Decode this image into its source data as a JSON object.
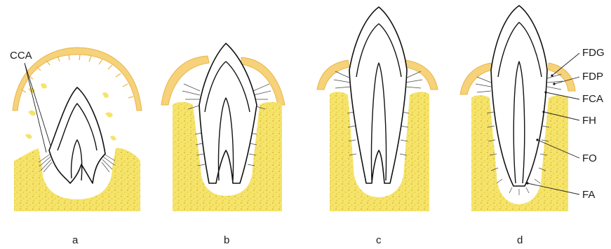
{
  "figure": {
    "panel_labels": [
      "a",
      "b",
      "c",
      "d"
    ],
    "callouts": {
      "cca": "CCA",
      "fdg": "FDG",
      "fdp": "FDP",
      "fca": "FCA",
      "fh": "FH",
      "fo": "FO",
      "fa": "FA"
    },
    "colors": {
      "bone": "#f6e36a",
      "bone_dots": "#dcc43a",
      "gingiva": "#f6d27a",
      "gingiva_edge": "#e9b54a",
      "outline": "#111111"
    }
  }
}
